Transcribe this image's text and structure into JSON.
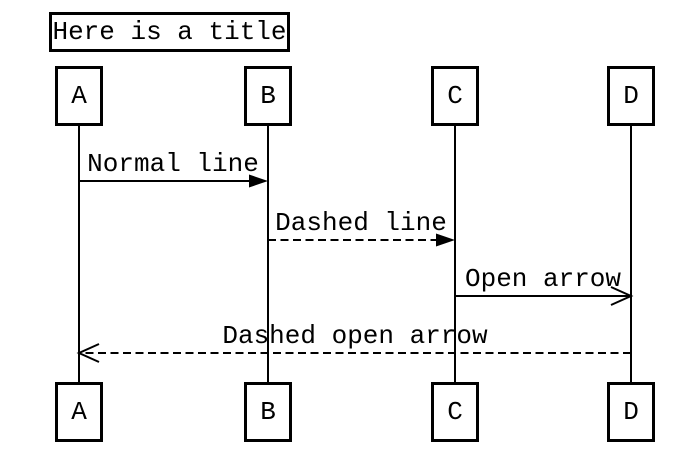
{
  "diagram": {
    "title": "Here is a title",
    "actors": [
      {
        "label": "A"
      },
      {
        "label": "B"
      },
      {
        "label": "C"
      },
      {
        "label": "D"
      }
    ],
    "messages": [
      {
        "label": "Normal line",
        "from": "A",
        "to": "B",
        "line_style": "solid",
        "arrowhead": "filled"
      },
      {
        "label": "Dashed line",
        "from": "B",
        "to": "C",
        "line_style": "dashed",
        "arrowhead": "filled"
      },
      {
        "label": "Open arrow",
        "from": "C",
        "to": "D",
        "line_style": "solid",
        "arrowhead": "open"
      },
      {
        "label": "Dashed open arrow",
        "from": "D",
        "to": "A",
        "line_style": "dashed",
        "arrowhead": "open"
      }
    ],
    "colors": {
      "ink": "#000000",
      "background": "#ffffff"
    }
  }
}
